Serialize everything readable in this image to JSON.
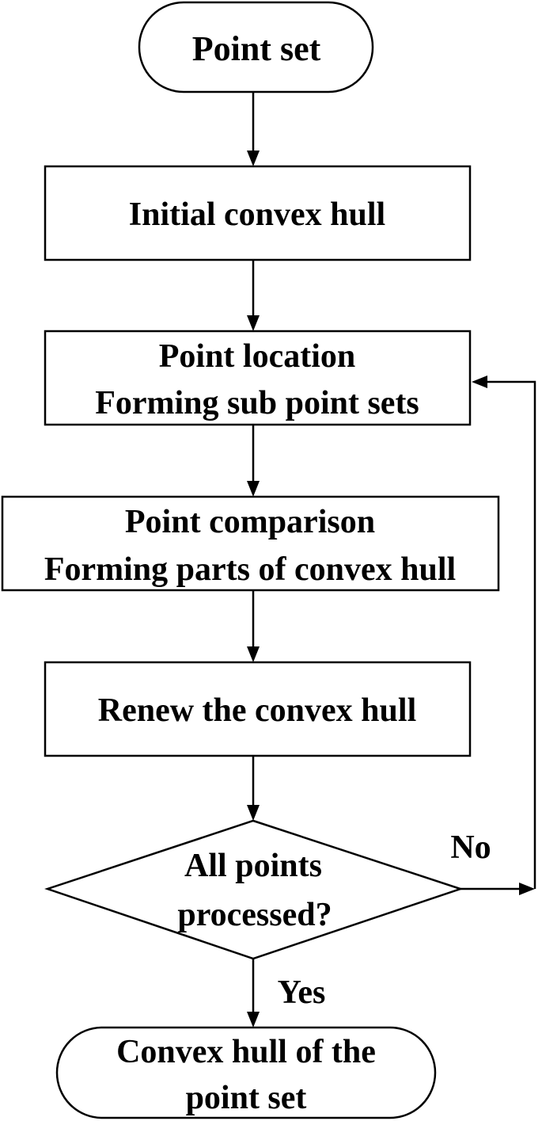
{
  "nodes": {
    "start": {
      "lines": [
        "Point set"
      ]
    },
    "initial_hull": {
      "lines": [
        "Initial convex hull"
      ]
    },
    "point_location": {
      "lines": [
        "Point location",
        "Forming sub point sets"
      ]
    },
    "point_comparison": {
      "lines": [
        "Point comparison",
        "Forming parts of convex hull"
      ]
    },
    "renew_hull": {
      "lines": [
        "Renew the convex hull"
      ]
    },
    "decision": {
      "lines": [
        "All points",
        "processed?"
      ]
    },
    "end": {
      "lines": [
        "Convex hull of the",
        "point set"
      ]
    }
  },
  "edge_labels": {
    "no": "No",
    "yes": "Yes"
  }
}
